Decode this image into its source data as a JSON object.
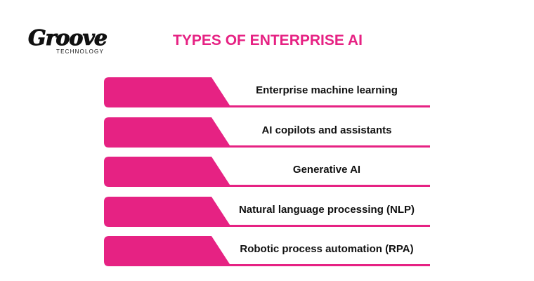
{
  "brand": {
    "name": "Groove",
    "tagline": "TECHNOLOGY"
  },
  "title": "TYPES OF ENTERPRISE AI",
  "colors": {
    "accent": "#e62283",
    "text": "#111111",
    "background": "#ffffff"
  },
  "items": [
    {
      "label": "Enterprise machine learning"
    },
    {
      "label": "AI copilots and assistants"
    },
    {
      "label": "Generative AI"
    },
    {
      "label": "Natural language processing (NLP)"
    },
    {
      "label": "Robotic process automation (RPA)"
    }
  ]
}
